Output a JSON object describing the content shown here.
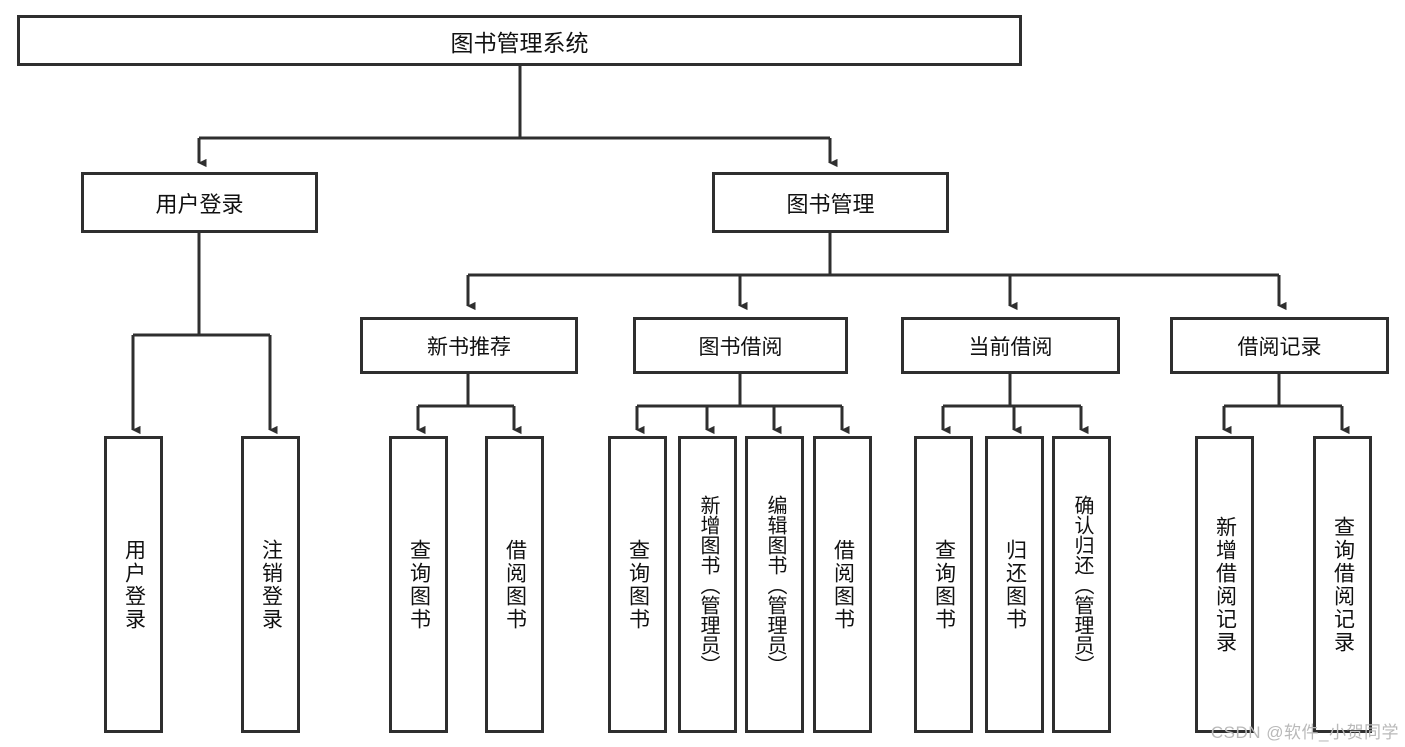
{
  "diagram": {
    "title": "图书管理系统",
    "type": "tree",
    "root": {
      "id": "root",
      "label": "图书管理系统"
    },
    "level1": [
      {
        "id": "user-login",
        "label": "用户登录"
      },
      {
        "id": "book-manage",
        "label": "图书管理"
      }
    ],
    "level2": [
      {
        "id": "new-book-recommend",
        "label": "新书推荐"
      },
      {
        "id": "book-borrow",
        "label": "图书借阅"
      },
      {
        "id": "current-borrow",
        "label": "当前借阅"
      },
      {
        "id": "borrow-record",
        "label": "借阅记录"
      }
    ],
    "leaves": [
      {
        "id": "leaf-user-login",
        "label": "用户登录",
        "parent": "user-login"
      },
      {
        "id": "leaf-user-logout",
        "label": "注销登录",
        "parent": "user-login"
      },
      {
        "id": "leaf-query-book-1",
        "label": "查询图书",
        "parent": "new-book-recommend"
      },
      {
        "id": "leaf-borrow-book-1",
        "label": "借阅图书",
        "parent": "new-book-recommend"
      },
      {
        "id": "leaf-query-book-2",
        "label": "查询图书",
        "parent": "book-borrow"
      },
      {
        "id": "leaf-add-book",
        "label": "新增图书（管理员）",
        "parent": "book-borrow"
      },
      {
        "id": "leaf-edit-book",
        "label": "编辑图书（管理员）",
        "parent": "book-borrow"
      },
      {
        "id": "leaf-borrow-book-2",
        "label": "借阅图书",
        "parent": "book-borrow"
      },
      {
        "id": "leaf-query-book-3",
        "label": "查询图书",
        "parent": "current-borrow"
      },
      {
        "id": "leaf-return-book",
        "label": "归还图书",
        "parent": "current-borrow"
      },
      {
        "id": "leaf-confirm-return",
        "label": "确认归还（管理员）",
        "parent": "current-borrow"
      },
      {
        "id": "leaf-add-record",
        "label": "新增借阅记录",
        "parent": "borrow-record"
      },
      {
        "id": "leaf-query-record",
        "label": "查询借阅记录",
        "parent": "borrow-record"
      }
    ],
    "colors": {
      "stroke": "#2f2f2f",
      "background": "#ffffff",
      "text": "#111111",
      "watermark": "#b9b9b9"
    }
  },
  "watermark": {
    "text": "CSDN @软件_小贺同学"
  }
}
